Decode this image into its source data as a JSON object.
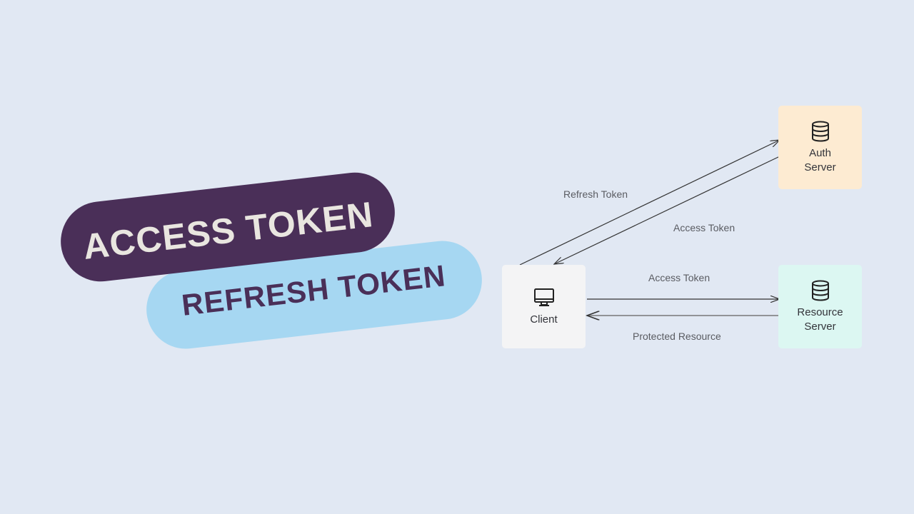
{
  "title_pills": {
    "access": "ACCESS TOKEN",
    "refresh": "REFRESH TOKEN"
  },
  "nodes": {
    "client": {
      "line1": "Client",
      "icon": "monitor-icon"
    },
    "auth": {
      "line1": "Auth",
      "line2": "Server",
      "icon": "database-icon"
    },
    "resource": {
      "line1": "Resource",
      "line2": "Server",
      "icon": "database-icon"
    }
  },
  "edges": {
    "client_to_auth": "Refresh Token",
    "auth_to_client": "Access Token",
    "client_to_resource": "Access Token",
    "resource_to_client": "Protected Resource"
  },
  "colors": {
    "background": "#e1e8f3",
    "access_pill": "#4a2f58",
    "refresh_pill": "#a6d7f2"
  }
}
